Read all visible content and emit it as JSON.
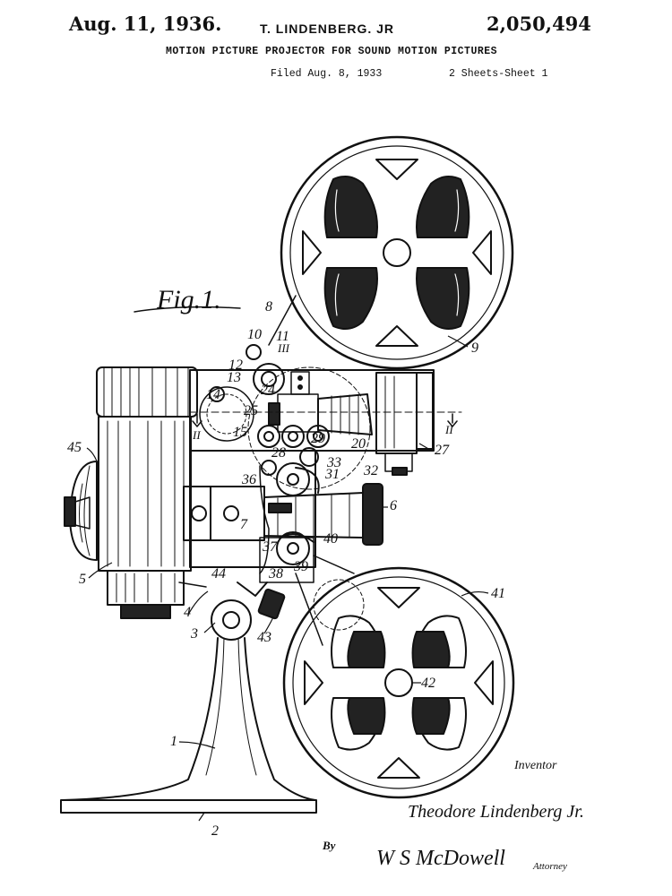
{
  "header": {
    "date": "Aug. 11, 1936.",
    "inventor": "T. LINDENBERG. JR",
    "patent_number": "2,050,494",
    "title": "MOTION PICTURE PROJECTOR FOR SOUND MOTION PICTURES",
    "filed": "Filed Aug. 8, 1933",
    "sheets": "2 Sheets-Sheet 1"
  },
  "figure": {
    "label": "Fig.1.",
    "section_marks": {
      "left": "II",
      "right": "II",
      "top": "III"
    },
    "refs": [
      "1",
      "2",
      "3",
      "4",
      "5",
      "6",
      "7",
      "8",
      "9",
      "10",
      "11",
      "12",
      "13",
      "14",
      "15",
      "20",
      "24",
      "25",
      "27",
      "28",
      "29",
      "31",
      "32",
      "33",
      "36",
      "37",
      "38",
      "39",
      "40",
      "41",
      "42",
      "43",
      "44",
      "45"
    ]
  },
  "signature_block": {
    "inventor_label": "Inventor",
    "inventor_name": "Theodore Lindenberg Jr.",
    "by_label": "By",
    "attorney_name": "W S McDowell",
    "attorney_label": "Attorney"
  }
}
